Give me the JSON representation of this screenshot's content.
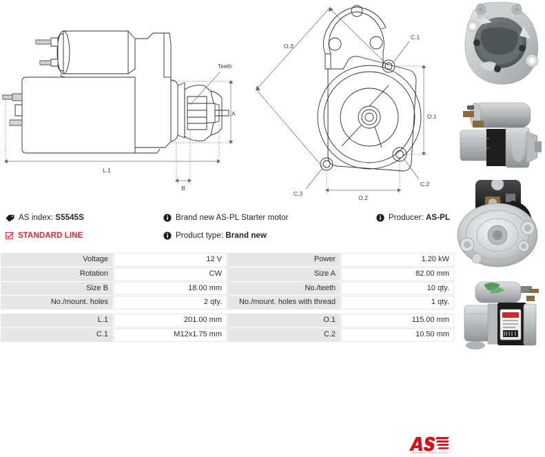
{
  "drawings": {
    "side_view": {
      "name": "starter-motor-side-view",
      "labels": {
        "teeth": "Teeth",
        "a": "A",
        "b": "B",
        "l1": "L.1"
      }
    },
    "front_view": {
      "name": "starter-motor-front-view",
      "labels": {
        "o3": "O.3",
        "o1": "O.1",
        "o2": "O.2",
        "c1": "C.1",
        "c2": "C.2",
        "c3": "C.3"
      }
    }
  },
  "photos": [
    {
      "caption": "starter-motor-photo-drive-end"
    },
    {
      "caption": "starter-motor-photo-side"
    },
    {
      "caption": "starter-motor-photo-front-solenoid"
    },
    {
      "caption": "starter-motor-photo-angled"
    }
  ],
  "info": {
    "as_index_label": "AS index:",
    "as_index_value": "S5545S",
    "standard_line": "STANDARD LINE",
    "description": "Brand new AS-PL Starter motor",
    "product_type_label": "Product type:",
    "product_type_value": "Brand new",
    "producer_label": "Producer:",
    "producer_value": "AS-PL",
    "logo_text": "AS",
    "logo_tagline": "Alternators, Starters & Parts",
    "accent_red": "#e8242a",
    "icons": {
      "tag": "tag-icon",
      "check": "checkbox-checked-icon",
      "info": "info-icon"
    }
  },
  "spec_table": {
    "rows": [
      {
        "l1": "Voltage",
        "v1": "12 V",
        "l2": "Power",
        "v2": "1.20 kW"
      },
      {
        "l1": "Rotation",
        "v1": "CW",
        "l2": "Size A",
        "v2": "82.00 mm"
      },
      {
        "l1": "Size B",
        "v1": "18.00 mm",
        "l2": "No./teeth",
        "v2": "10 qty."
      },
      {
        "l1": "No./mount. holes",
        "v1": "2 qty.",
        "l2": "No./mount. holes with thread",
        "v2": "1 qty."
      },
      {
        "gap": true
      },
      {
        "l1": "L.1",
        "v1": "201.00 mm",
        "l2": "O.1",
        "v2": "115.00 mm"
      },
      {
        "l1": "C.1",
        "v1": "M12x1.75 mm",
        "l2": "C.2",
        "v2": "10.50 mm"
      }
    ]
  }
}
